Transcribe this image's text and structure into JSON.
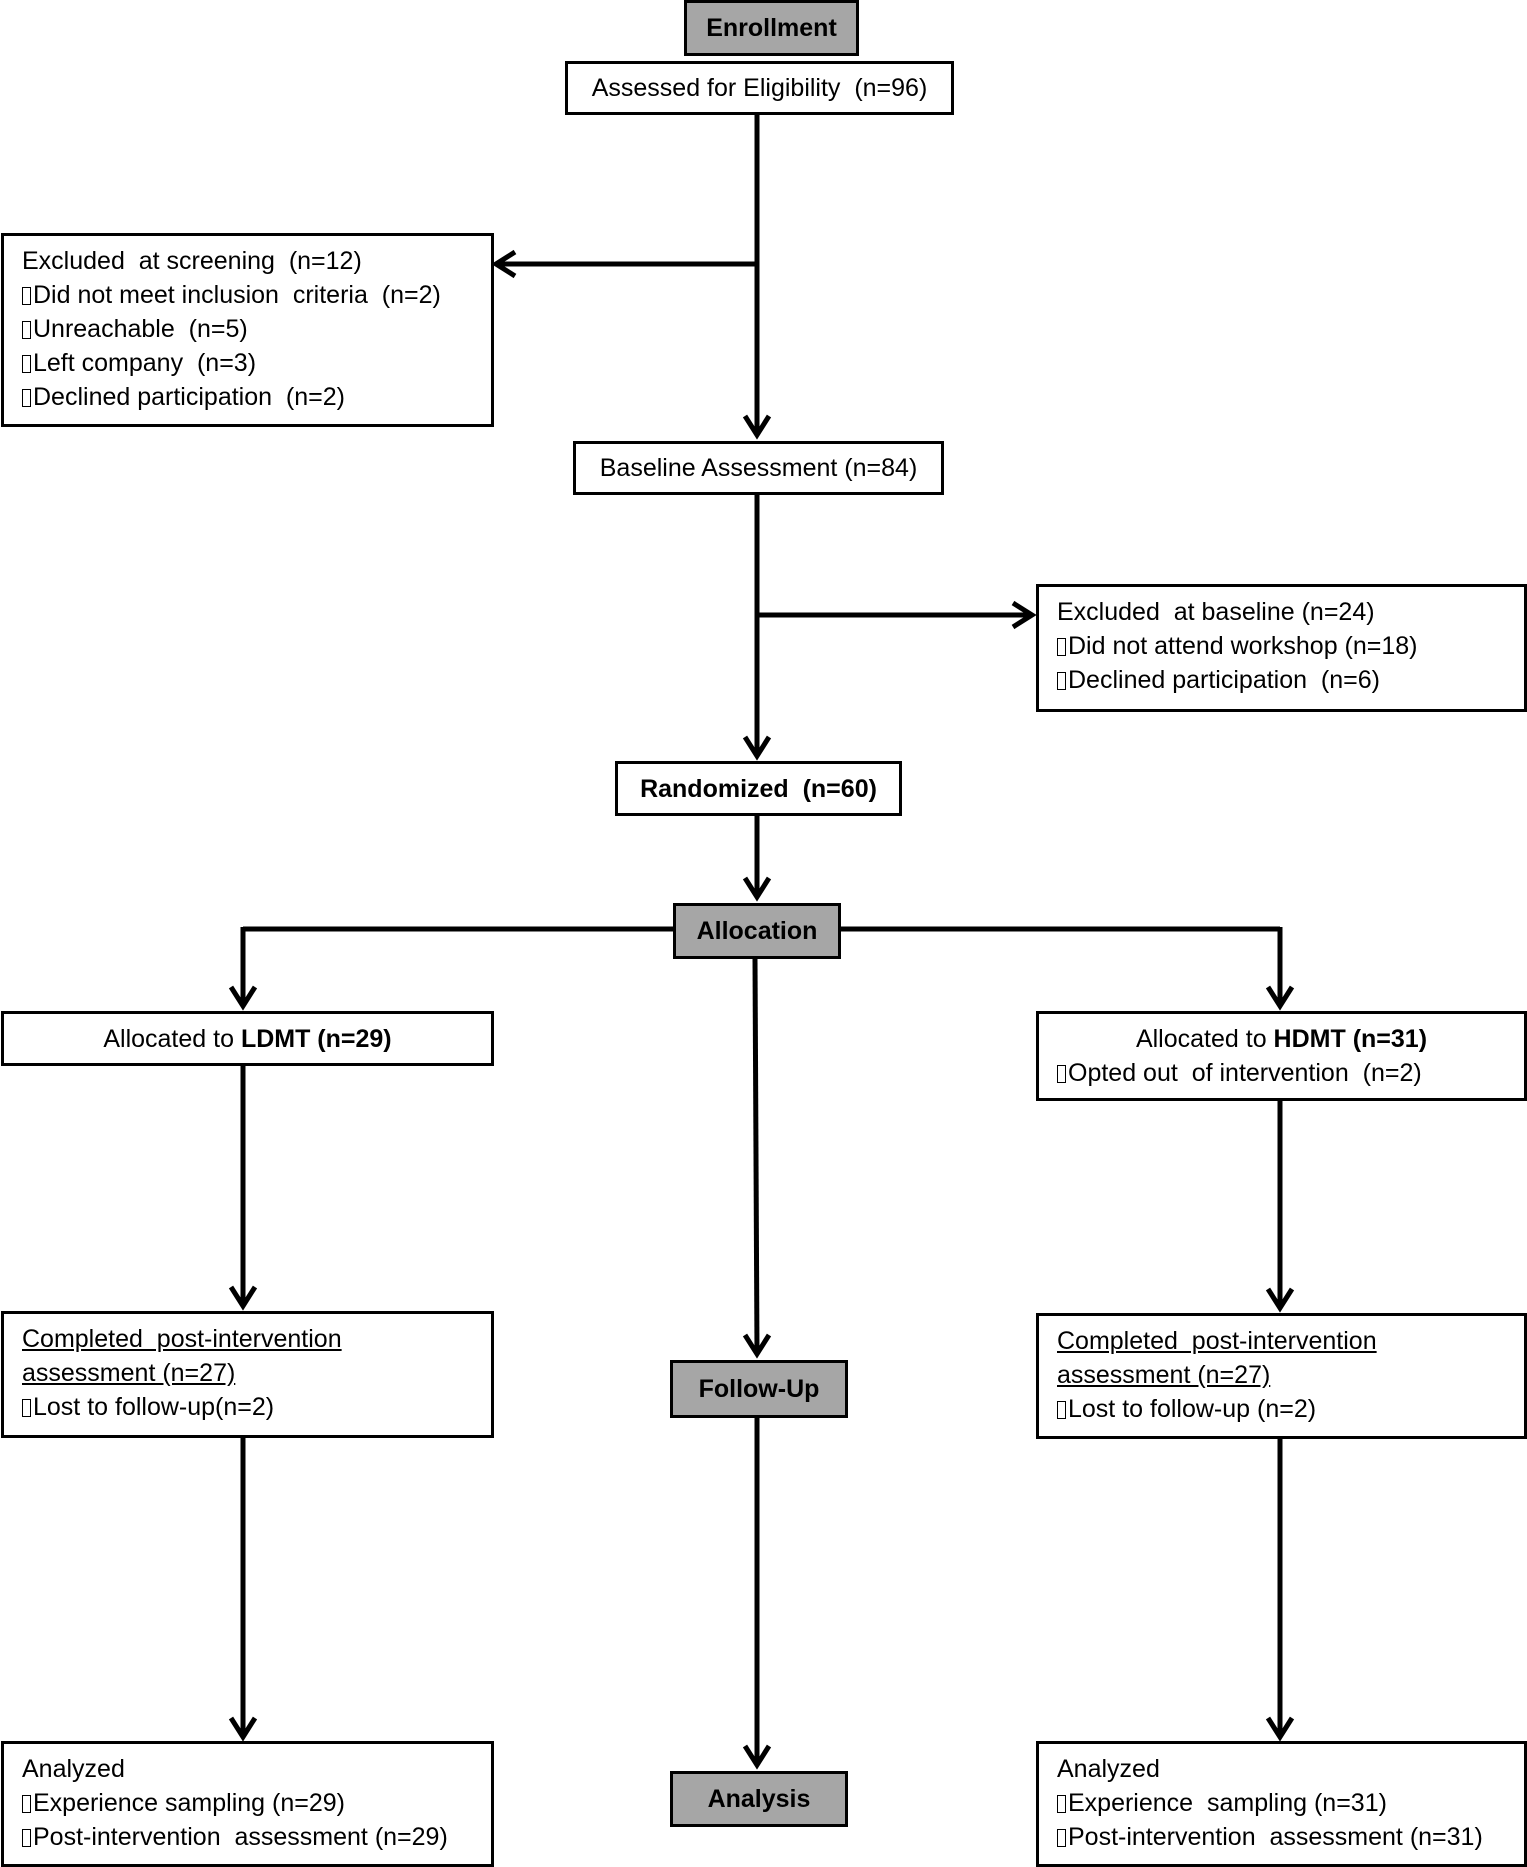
{
  "stages": {
    "enrollment": "Enrollment",
    "allocation": "Allocation",
    "follow_up": "Follow-Up",
    "analysis": "Analysis"
  },
  "assessed": "Assessed for Eligibility  (n=96)",
  "excluded_screening": {
    "title": "Excluded  at screening  (n=12)",
    "items": [
      "Did not meet inclusion  criteria  (n=2)",
      "Unreachable  (n=5)",
      "Left company  (n=3)",
      "Declined participation  (n=2)"
    ]
  },
  "baseline": "Baseline Assessment (n=84)",
  "excluded_baseline": {
    "title": "Excluded  at baseline (n=24)",
    "items": [
      "Did not attend workshop (n=18)",
      "Declined participation  (n=6)"
    ]
  },
  "randomized": "Randomized  (n=60)",
  "ldmt": {
    "alloc_prefix": "Allocated to ",
    "alloc_name": "LDMT",
    "alloc_n": " (n=29)",
    "completed_line1": "Completed  post-intervention",
    "completed_line2": "assessment (n=27)",
    "lost": "Lost to follow-up(n=2)",
    "analyzed_title": "Analyzed",
    "analyzed_items": [
      "Experience sampling (n=29)",
      "Post-intervention  assessment (n=29)"
    ]
  },
  "hdmt": {
    "alloc_prefix": "Allocated to ",
    "alloc_name": "HDMT",
    "alloc_n": " (n=31)",
    "opted_out": "Opted out  of intervention  (n=2)",
    "completed_line1": "Completed  post-intervention",
    "completed_line2": "assessment (n=27)",
    "lost": "Lost to follow-up (n=2)",
    "analyzed_title": "Analyzed",
    "analyzed_items": [
      "Experience  sampling (n=31)",
      "Post-intervention  assessment (n=31)"
    ]
  }
}
